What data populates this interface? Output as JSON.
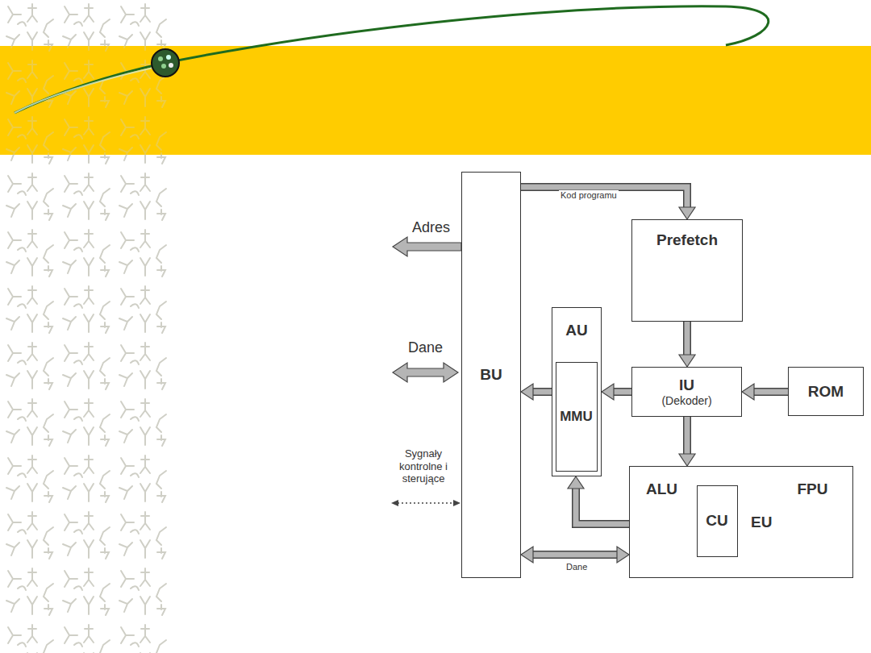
{
  "diagram": {
    "nodes": [
      {
        "text": [
          "BU"
        ]
      },
      {
        "text": [
          "Prefetch"
        ]
      },
      {
        "text": [
          "AU"
        ]
      },
      {
        "text": [
          "MMU"
        ],
        "in": 2
      },
      {
        "text": [
          "IU",
          "(Dekoder)"
        ]
      },
      {
        "text": [
          "ROM"
        ]
      },
      {
        "text": [
          "EU"
        ]
      },
      {
        "text": [
          "ALU"
        ],
        "in": 6
      },
      {
        "text": [
          "CU"
        ],
        "in": 6
      },
      {
        "text": [
          "FPU"
        ],
        "in": 6
      }
    ],
    "edges": [
      {
        "from": 0,
        "to": 1,
        "label": "Kod programu",
        "arrow": "to"
      },
      {
        "from": 1,
        "to": 4,
        "arrow": "to"
      },
      {
        "from": 5,
        "to": 4,
        "arrow": "to"
      },
      {
        "from": 4,
        "to": 2,
        "arrow": "to"
      },
      {
        "from": 2,
        "to": 0,
        "arrow": "to"
      },
      {
        "from": 4,
        "to": 6,
        "arrow": "to"
      },
      {
        "from": 6,
        "to": 2,
        "arrow": "to"
      },
      {
        "from": 0,
        "to": 6,
        "label": "Dane",
        "arrow": "both"
      }
    ],
    "labels": [
      "Adres",
      "Dane",
      "Sygnały kontrolne i sterujące"
    ]
  }
}
